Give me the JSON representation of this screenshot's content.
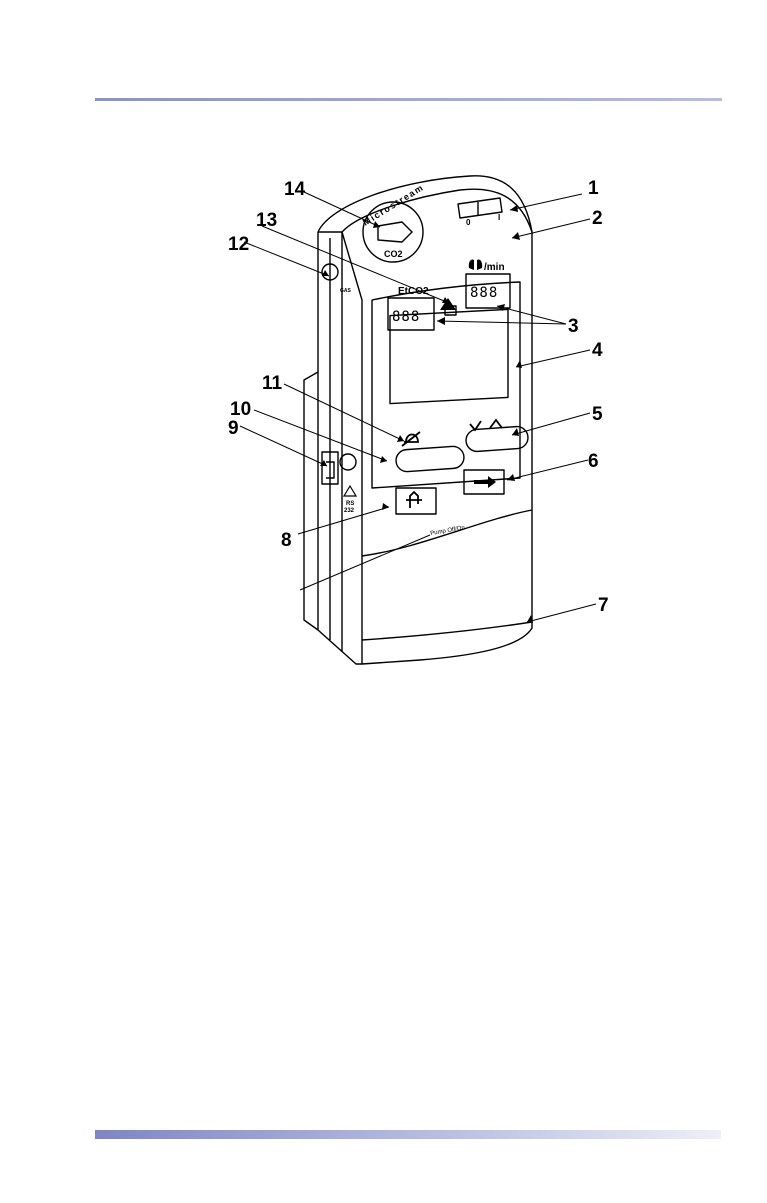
{
  "callouts": [
    {
      "id": "1",
      "label": "1"
    },
    {
      "id": "2",
      "label": "2"
    },
    {
      "id": "3",
      "label": "3"
    },
    {
      "id": "4",
      "label": "4"
    },
    {
      "id": "5",
      "label": "5"
    },
    {
      "id": "6",
      "label": "6"
    },
    {
      "id": "7",
      "label": "7"
    },
    {
      "id": "8",
      "label": "8"
    },
    {
      "id": "9",
      "label": "9"
    },
    {
      "id": "10",
      "label": "10"
    },
    {
      "id": "11",
      "label": "11"
    },
    {
      "id": "12",
      "label": "12"
    },
    {
      "id": "13",
      "label": "13"
    },
    {
      "id": "14",
      "label": "14"
    }
  ],
  "device": {
    "brand_text": "Microstream",
    "co2_label": "CO2",
    "switch_off": "0",
    "switch_on": "I",
    "etco2_label": "EtCO2",
    "rate_label": "/min",
    "digits_left": "888",
    "digits_right": "888",
    "inlet_label": "GAS",
    "port_label_1": "RS",
    "port_label_2": "232",
    "pump_label": "Pump Off/On"
  },
  "colors": {
    "rule_start": "#7d86c4",
    "rule_end": "#eeeff7",
    "line": "#000000"
  }
}
